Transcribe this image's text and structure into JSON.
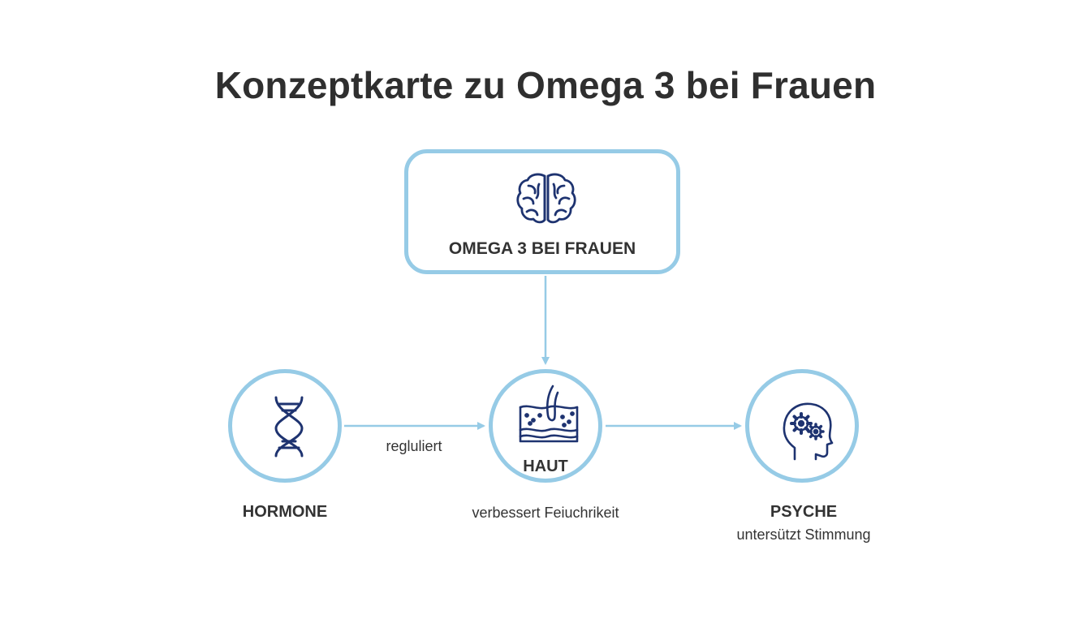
{
  "title": "Konzeptkarte zu Omega 3 bei Frauen",
  "colors": {
    "border": "#96cbe6",
    "icon": "#1e3370",
    "text": "#333333"
  },
  "central": {
    "label": "OMEGA 3 BEI FRAUEN",
    "icon": "brain-icon"
  },
  "nodes": {
    "hormone": {
      "label": "HORMONE",
      "icon": "dna-icon"
    },
    "haut": {
      "label": "HAUT",
      "icon": "skin-hair-follicle-icon",
      "note": "verbessert Feiuchrikeit"
    },
    "psyche": {
      "label": "PSYCHE",
      "icon": "head-gears-icon",
      "note": "untersützt Stimmung"
    }
  },
  "edges": {
    "hormone_to_haut": "regluliert"
  }
}
